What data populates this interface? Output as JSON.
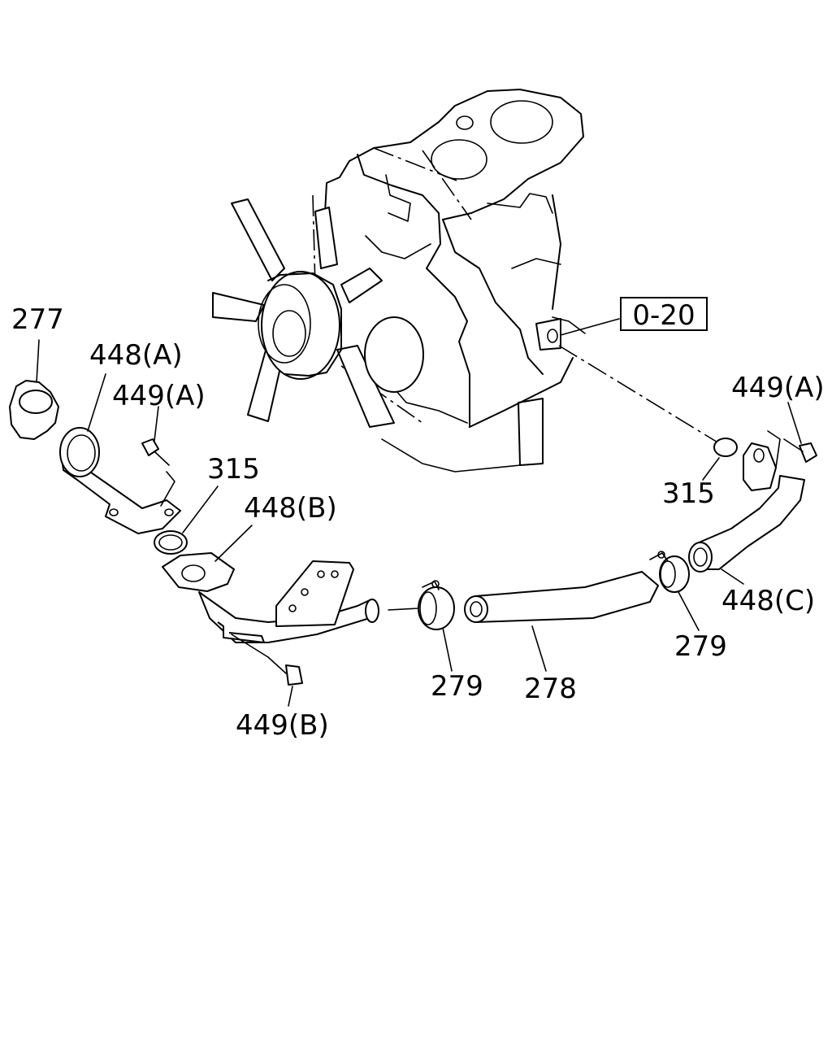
{
  "diagram": {
    "reference": "0-20",
    "parts": [
      {
        "id": "p277",
        "label": "277"
      },
      {
        "id": "p448a",
        "label": "448(A)"
      },
      {
        "id": "p449a_left",
        "label": "449(A)"
      },
      {
        "id": "p315_left",
        "label": "315"
      },
      {
        "id": "p448b",
        "label": "448(B)"
      },
      {
        "id": "p449b",
        "label": "449(B)"
      },
      {
        "id": "p279_left",
        "label": "279"
      },
      {
        "id": "p278",
        "label": "278"
      },
      {
        "id": "p279_right",
        "label": "279"
      },
      {
        "id": "p448c",
        "label": "448(C)"
      },
      {
        "id": "p315_right",
        "label": "315"
      },
      {
        "id": "p449a_right",
        "label": "449(A)"
      }
    ]
  }
}
